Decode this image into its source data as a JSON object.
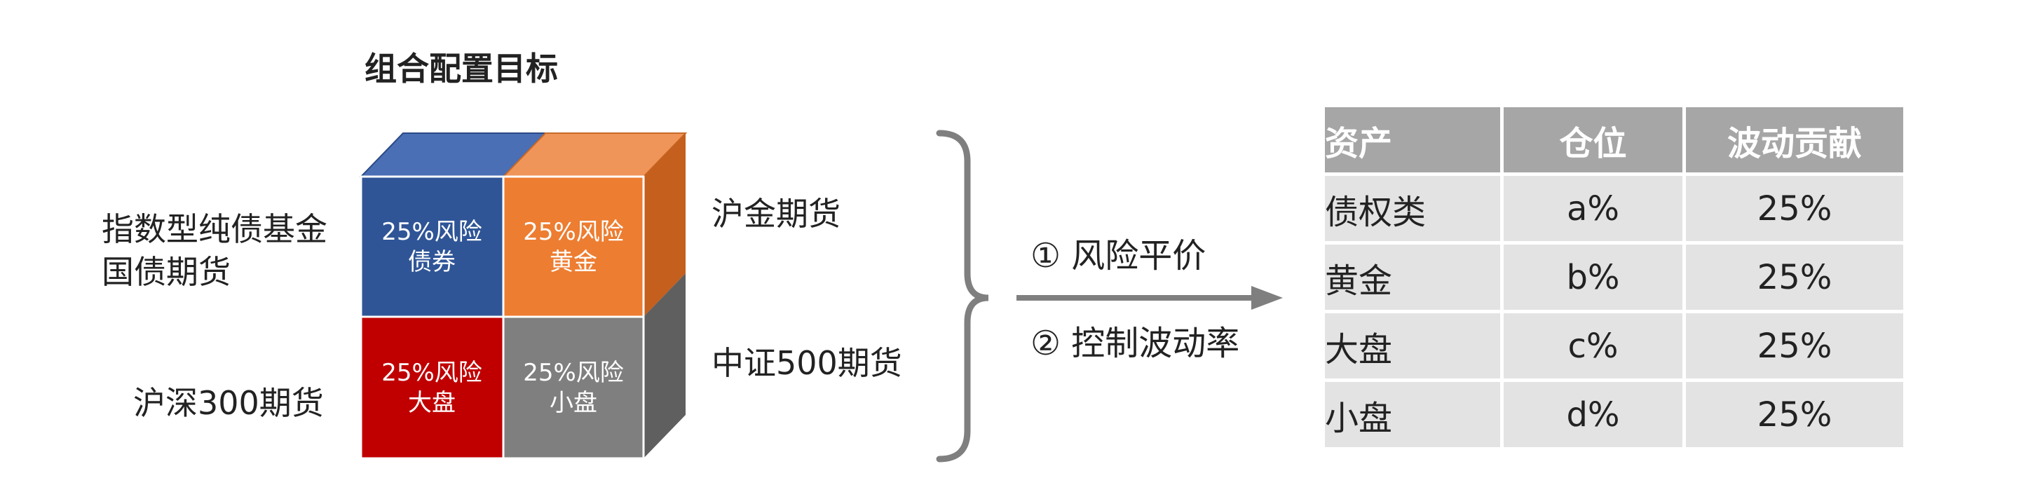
{
  "title": "组合配置目标",
  "left_labels": [
    "指数型纯债基金",
    "国债期货",
    "沪深300期货"
  ],
  "right_labels": [
    "沪金期货",
    "中证500期货"
  ],
  "cubes": [
    {
      "pct": "25%风险",
      "name": "债券",
      "color": "#2f5597"
    },
    {
      "pct": "25%风险",
      "name": "黄金",
      "color": "#ed7d31"
    },
    {
      "pct": "25%风险",
      "name": "大盘",
      "color": "#c00000"
    },
    {
      "pct": "25%风险",
      "name": "小盘",
      "color": "#7f7f7f"
    }
  ],
  "steps": [
    "① 风险平价",
    "② 控制波动率"
  ],
  "table": {
    "headers": [
      "资产",
      "仓位",
      "波动贡献"
    ],
    "rows": [
      [
        "债权类",
        "a%",
        "25%"
      ],
      [
        "黄金",
        "b%",
        "25%"
      ],
      [
        "大盘",
        "c%",
        "25%"
      ],
      [
        "小盘",
        "d%",
        "25%"
      ]
    ]
  }
}
